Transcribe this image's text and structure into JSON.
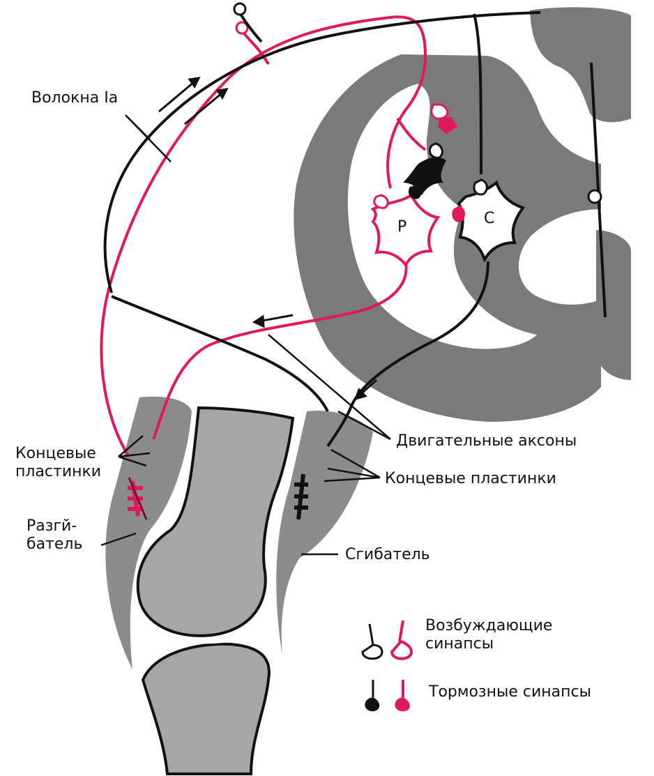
{
  "labels": {
    "ia_fibers": "Волокна Ia",
    "end_plates_left_line1": "Концевые",
    "end_plates_left_line2": "пластинки",
    "motor_axons": "Двигательные аксоны",
    "end_plates_right": "Концевые пластинки",
    "extensor_line1": "Разгй-",
    "extensor_line2": "батель",
    "flexor": "Сгибатель",
    "neuron_p": "Р",
    "neuron_c": "С"
  },
  "legend": {
    "excitatory_line1": "Возбуждающие",
    "excitatory_line2": "синапсы",
    "inhibitory": "Тормозные синапсы"
  },
  "colors": {
    "extensor_pathway": "#e0195a",
    "flexor_pathway": "#111111",
    "gray_matter": "#7a7a7a",
    "muscle_tissue": "#8c8c8c",
    "bone_tissue": "#a6a6a6",
    "background": "#ffffff"
  }
}
